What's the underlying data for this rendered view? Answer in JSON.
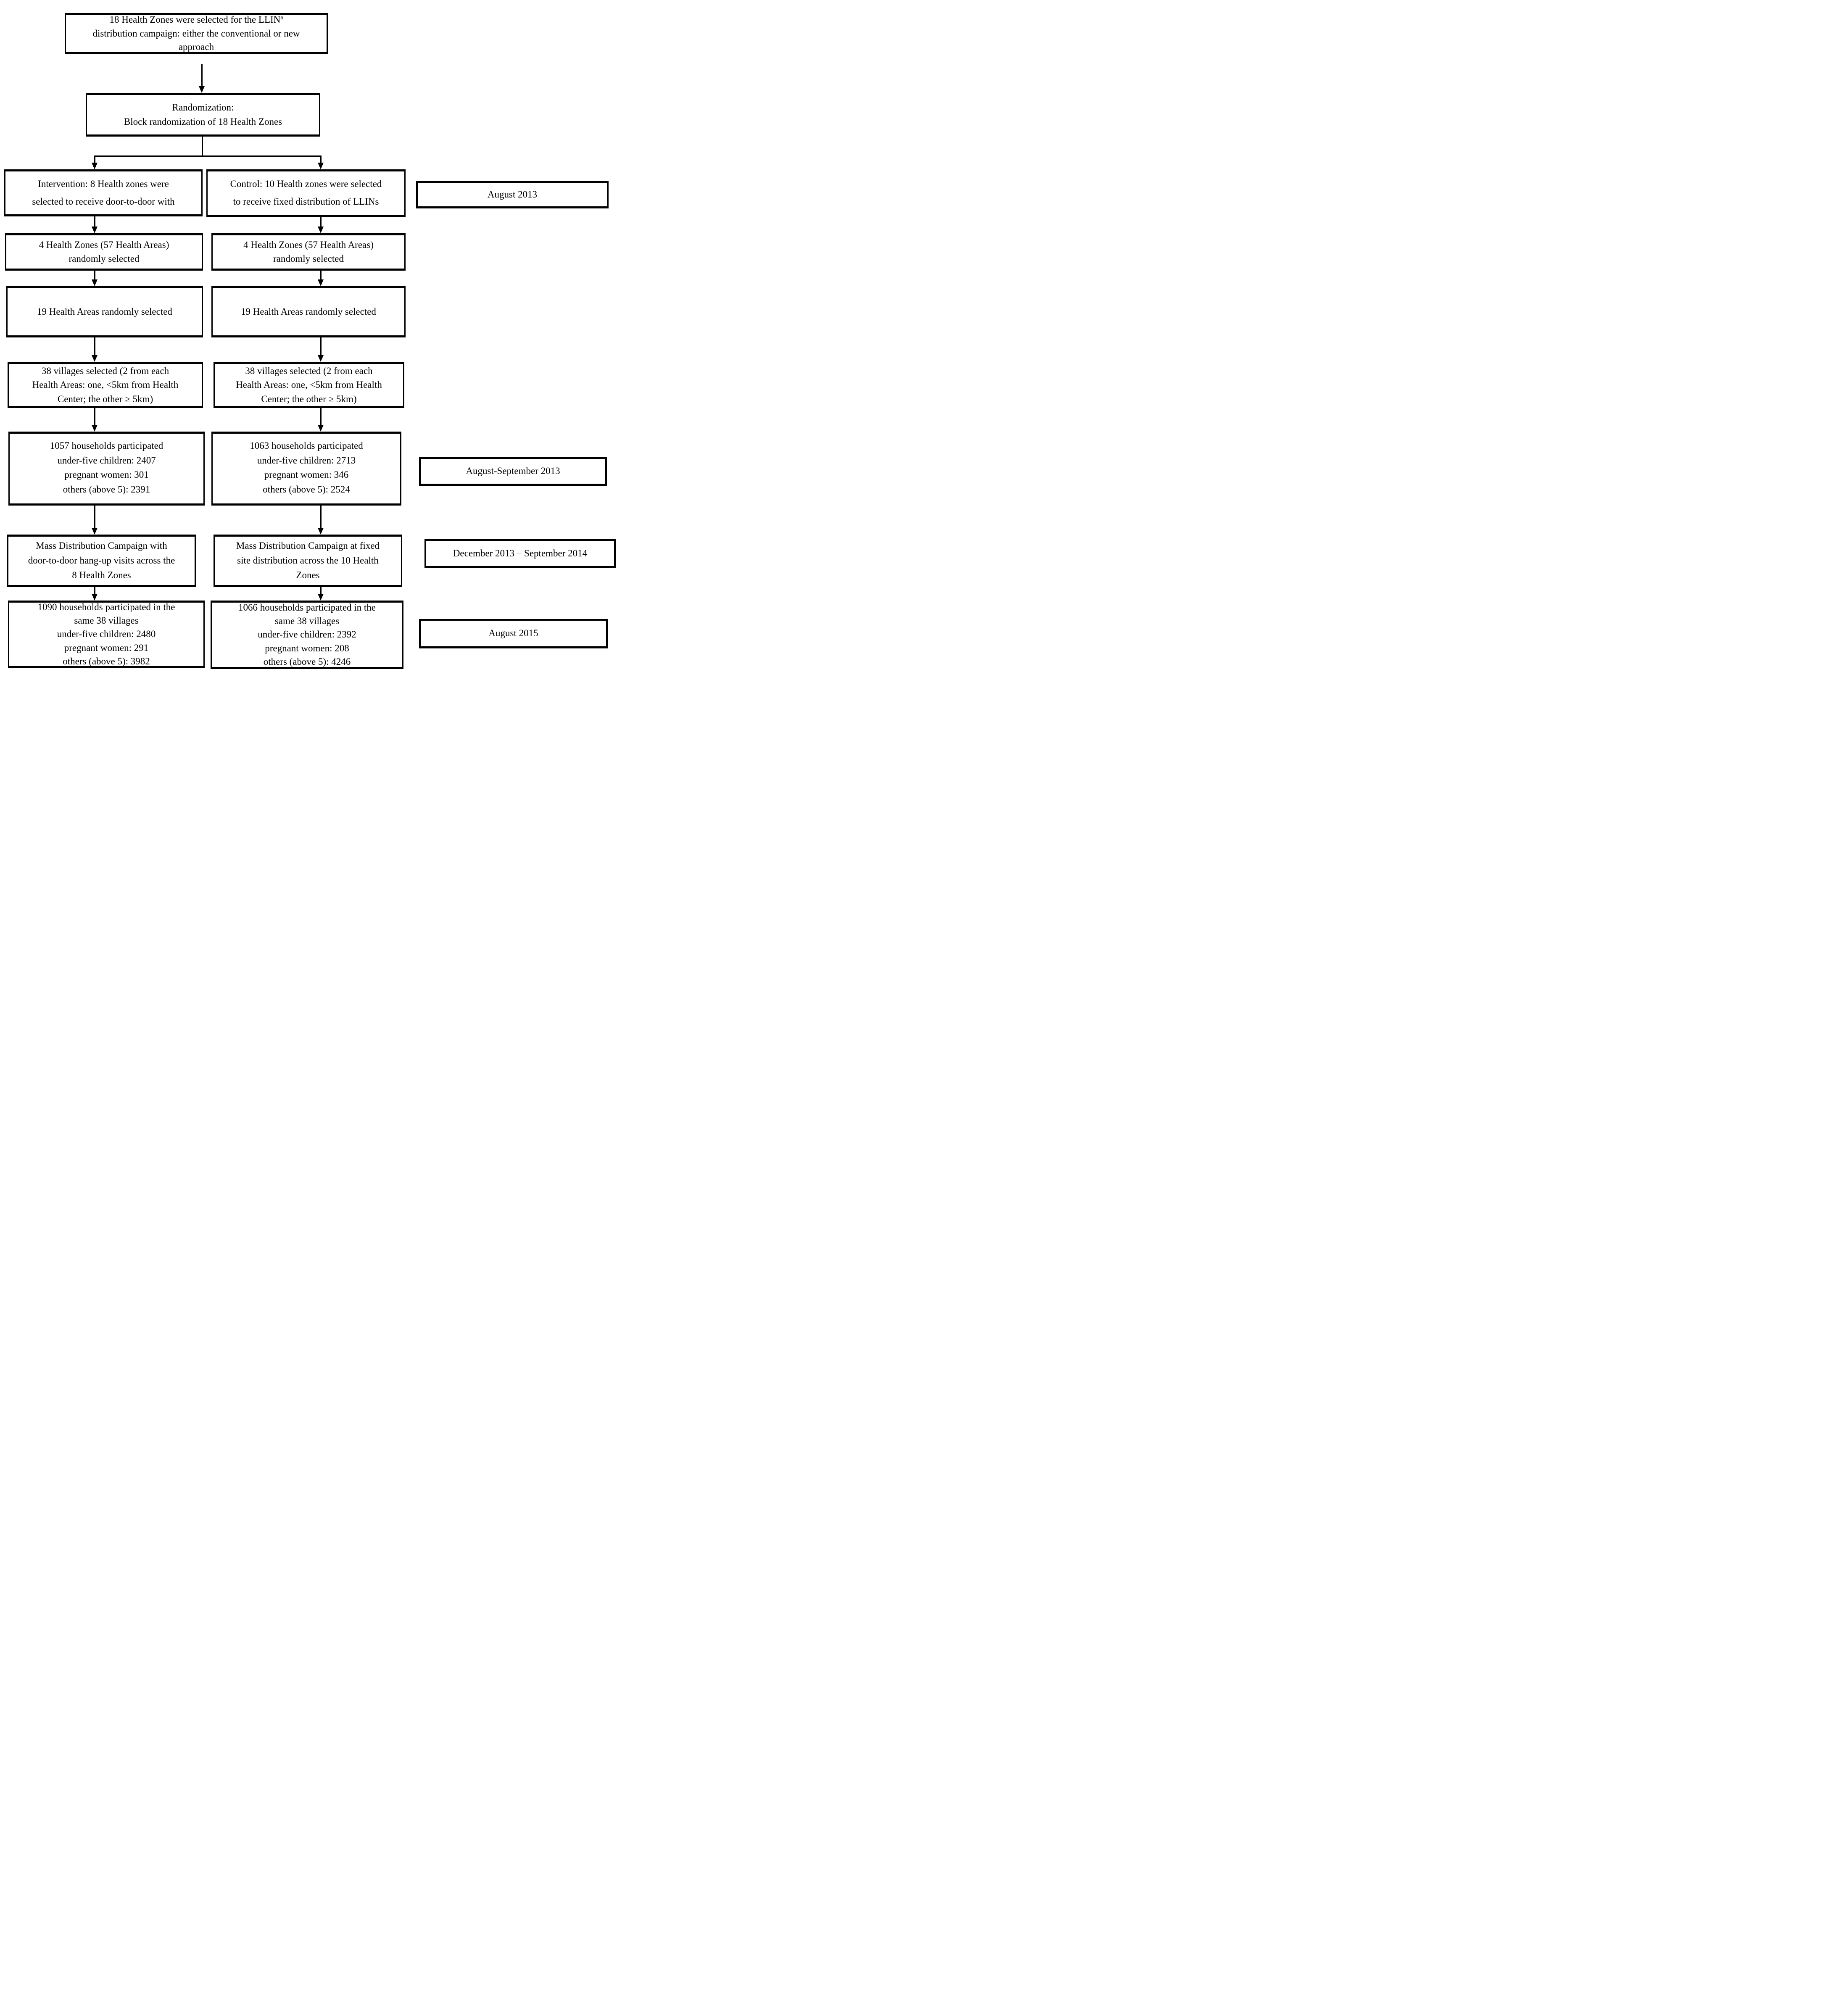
{
  "figure": {
    "ink_color": "#000000",
    "background_color": "#ffffff",
    "top_box": {
      "lines": [
        "18 Health Zones were selected for the LLIN",
        "distribution campaign: either the conventional or new",
        "approach"
      ],
      "superscript": "a"
    },
    "randomization_box": {
      "lines": [
        "Randomization:",
        "Block randomization of 18 Health Zones"
      ]
    },
    "intervention_box": {
      "lines": [
        "Intervention: 8 Health zones were",
        "selected to receive door-to-door with"
      ]
    },
    "control_box": {
      "lines": [
        "Control: 10 Health zones were selected",
        "to receive fixed distribution of LLINs"
      ]
    },
    "timeline": {
      "august_2013": "August 2013",
      "august_september_2013": "August-September 2013",
      "december_2013_september_2014": "December 2013 – September 2014",
      "august_2015": "August 2015"
    },
    "intervention_column": {
      "health_zones_box": {
        "lines": [
          "4 Health Zones (57 Health Areas)",
          "randomly selected"
        ]
      },
      "health_areas_box": {
        "lines": [
          "19 Health Areas randomly selected"
        ]
      },
      "villages_box": {
        "lines": [
          "38 villages selected (2 from each",
          "Health Areas: one, <5km from Health",
          "Center; the other ≥ 5km)"
        ]
      },
      "baseline_box": {
        "lines": [
          "1057 households participated",
          "under-five children: 2407",
          "pregnant women: 301",
          "others (above 5): 2391"
        ]
      },
      "campaign_box": {
        "lines": [
          "Mass Distribution Campaign with",
          "door-to-door hang-up visits across the",
          "8 Health Zones"
        ]
      },
      "followup_box": {
        "lines": [
          "1090 households participated in the",
          "same 38 villages",
          "under-five children: 2480",
          "pregnant women: 291",
          "others (above 5): 3982"
        ]
      }
    },
    "control_column": {
      "health_zones_box": {
        "lines": [
          "4 Health Zones (57 Health Areas)",
          "randomly selected"
        ]
      },
      "health_areas_box": {
        "lines": [
          "19 Health Areas randomly selected"
        ]
      },
      "villages_box": {
        "lines": [
          "38 villages selected (2 from each",
          "Health Areas: one, <5km from Health",
          "Center; the other ≥ 5km)"
        ]
      },
      "baseline_box": {
        "lines": [
          "1063 households participated",
          "under-five children: 2713",
          "pregnant women: 346",
          "others (above 5): 2524"
        ]
      },
      "campaign_box": {
        "lines": [
          "Mass Distribution Campaign at fixed",
          "site distribution across the 10 Health",
          "Zones"
        ]
      },
      "followup_box": {
        "lines": [
          "1066 households participated in the",
          "same 38 villages",
          "under-five children: 2392",
          "pregnant women: 208",
          "others (above 5): 4246"
        ]
      }
    }
  }
}
